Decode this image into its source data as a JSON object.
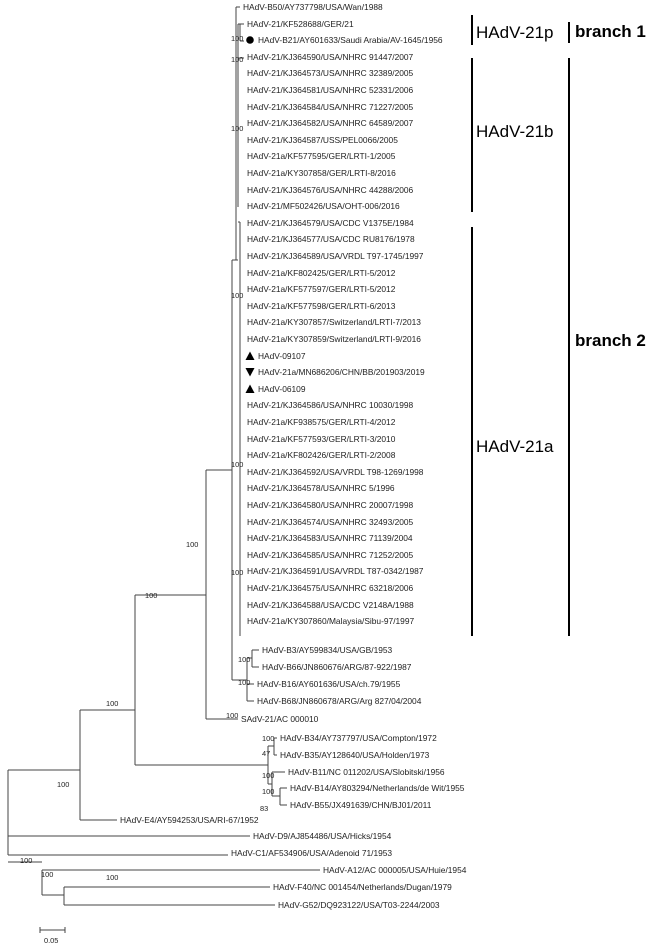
{
  "tree": {
    "leaves": [
      "HAdV-B50/AY737798/USA/Wan/1988",
      "HAdV-21/KF528688/GER/21",
      "HAdV-B21/AY601633/Saudi Arabia/AV-1645/1956",
      "HAdV-21/KJ364590/USA/NHRC 91447/2007",
      "HAdV-21/KJ364573/USA/NHRC 32389/2005",
      "HAdV-21/KJ364581/USA/NHRC 52331/2006",
      "HAdV-21/KJ364584/USA/NHRC 71227/2005",
      "HAdV-21/KJ364582/USA/NHRC 64589/2007",
      "HAdV-21/KJ364587/USS/PEL0066/2005",
      "HAdV-21a/KF577595/GER/LRTI-1/2005",
      "HAdV-21a/KY307858/GER/LRTI-8/2016",
      "HAdV-21/KJ364576/USA/NHRC 44288/2006",
      "HAdV-21/MF502426/USA/OHT-006/2016",
      "HAdV-21/KJ364579/USA/CDC V1375E/1984",
      "HAdV-21/KJ364577/USA/CDC RU8176/1978",
      "HAdV-21/KJ364589/USA/VRDL T97-1745/1997",
      "HAdV-21a/KF802425/GER/LRTI-5/2012",
      "HAdV-21a/KF577597/GER/LRTI-5/2012",
      "HAdV-21a/KF577598/GER/LRTI-6/2013",
      "HAdV-21a/KY307857/Switzerland/LRTI-7/2013",
      "HAdV-21a/KY307859/Switzerland/LRTI-9/2016",
      "HAdV-09107",
      "HAdV-21a/MN686206/CHN/BB/201903/2019",
      "HAdV-06109",
      "HAdV-21/KJ364586/USA/NHRC 10030/1998",
      "HAdV-21a/KF938575/GER/LRTI-4/2012",
      "HAdV-21a/KF577593/GER/LRTI-3/2010",
      "HAdV-21a/KF802426/GER/LRTI-2/2008",
      "HAdV-21/KJ364592/USA/VRDL T98-1269/1998",
      "HAdV-21/KJ364578/USA/NHRC 5/1996",
      "HAdV-21/KJ364580/USA/NHRC 20007/1998",
      "HAdV-21/KJ364574/USA/NHRC 32493/2005",
      "HAdV-21/KJ364583/USA/NHRC 71139/2004",
      "HAdV-21/KJ364585/USA/NHRC 71252/2005",
      "HAdV-21/KJ364591/USA/VRDL T87-0342/1987",
      "HAdV-21/KJ364575/USA/NHRC 63218/2006",
      "HAdV-21/KJ364588/USA/CDC V2148A/1988",
      "HAdV-21a/KY307860/Malaysia/Sibu-97/1997",
      "HAdV-B3/AY599834/USA/GB/1953",
      "HAdV-B66/JN860676/ARG/87-922/1987",
      "HAdV-B16/AY601636/USA/ch.79/1955",
      "HAdV-B68/JN860678/ARG/Arg 827/04/2004",
      "SAdV-21/AC 000010",
      "HAdV-B34/AY737797/USA/Compton/1972",
      "HAdV-B35/AY128640/USA/Holden/1973",
      "HAdV-B11/NC 011202/USA/Slobitski/1956",
      "HAdV-B14/AY803294/Netherlands/de Wit/1955",
      "HAdV-B55/JX491639/CHN/BJ01/2011",
      "HAdV-E4/AY594253/USA/RI-67/1952",
      "HAdV-D9/AJ854486/USA/Hicks/1954",
      "HAdV-C1/AF534906/USA/Adenoid 71/1953",
      "HAdV-A12/AC 000005/USA/Huie/1954",
      "HAdV-F40/NC 001454/Netherlands/Dugan/1979",
      "HAdV-G52/DQ923122/USA/T03-2244/2003"
    ],
    "bootstrap": [
      "100",
      "100",
      "100",
      "100",
      "100",
      "100",
      "100",
      "100",
      "100",
      "100",
      "100",
      "100",
      "100",
      "100",
      "100",
      "100",
      "47",
      "100",
      "83",
      "100",
      "100"
    ],
    "groups": [
      {
        "label": "HAdV-21p"
      },
      {
        "label": "HAdV-21b"
      },
      {
        "label": "HAdV-21a"
      }
    ],
    "branches": [
      {
        "label": "branch 1"
      },
      {
        "label": "branch 2"
      }
    ],
    "scale_label": "0.05"
  }
}
